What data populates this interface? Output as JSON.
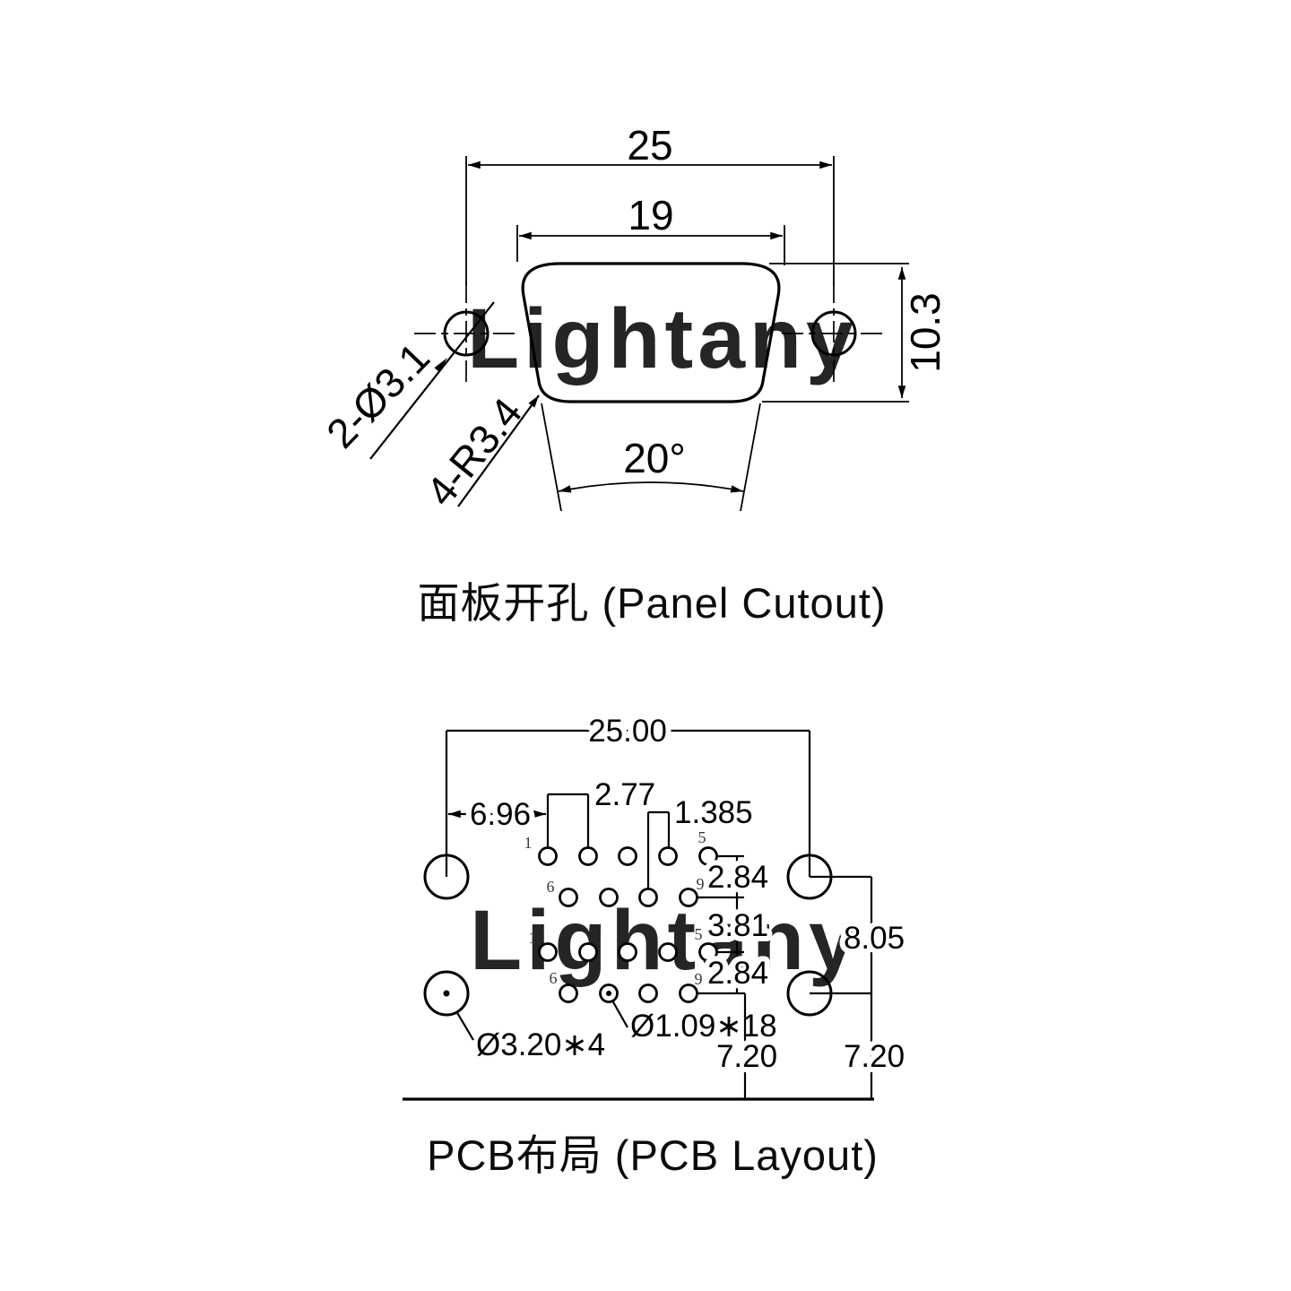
{
  "watermark": {
    "text": "Lightany",
    "color": "#f8d7d4"
  },
  "panel_view": {
    "caption": "面板开孔 (Panel Cutout)",
    "dim_outer_width": "25",
    "dim_inner_width": "19",
    "dim_height": "10.3",
    "dim_angle": "20°",
    "label_mount_holes": "2-Ø3.1",
    "label_corner_radius": "4-R3.4"
  },
  "pcb_view": {
    "caption": "PCB布局 (PCB Layout)",
    "dim_mount_span": "25.00",
    "dim_edge_to_pin": "6.96",
    "dim_pin_pitch": "2.77",
    "dim_half_pitch": "1.385",
    "dim_row_gap_top": "2.84",
    "dim_group_gap": "3.81",
    "dim_row_gap_bottom": "2.84",
    "dim_mount_vertical": "8.05",
    "dim_pin_to_edge": "7.20",
    "dim_mount_to_edge": "7.20",
    "label_mount_hole": "Ø3.20∗4",
    "label_pin_hole": "Ø1.09∗18",
    "pin_numbers": {
      "top_row1_first": "1",
      "top_row1_last": "5",
      "top_row2_first": "6",
      "top_row2_last": "9",
      "bottom_row1_first": "1",
      "bottom_row1_last": "5",
      "bottom_row2_first": "6",
      "bottom_row2_last": "9"
    }
  }
}
